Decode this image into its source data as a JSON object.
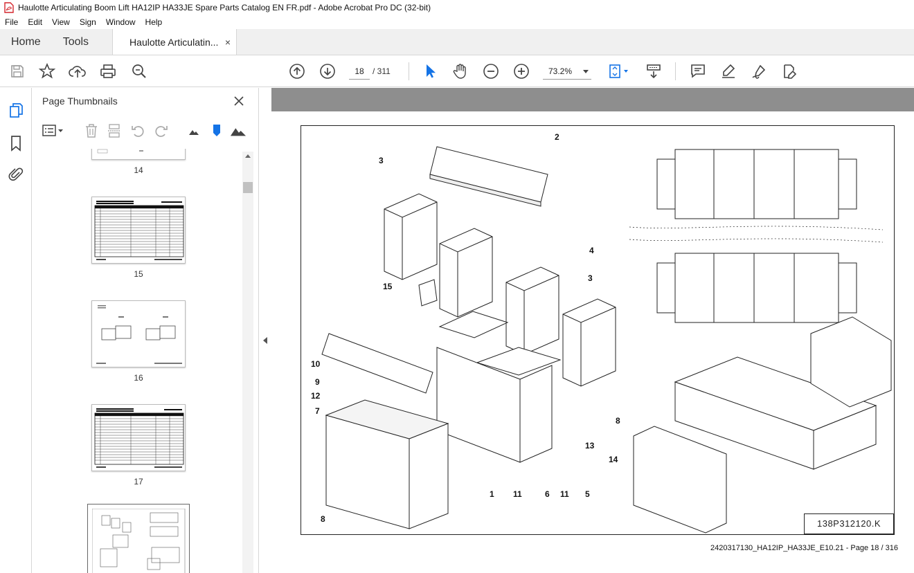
{
  "window": {
    "title": "Haulotte Articulating Boom Lift HA12IP HA33JE Spare Parts Catalog EN FR.pdf - Adobe Acrobat Pro DC (32-bit)"
  },
  "menu": [
    "File",
    "Edit",
    "View",
    "Sign",
    "Window",
    "Help"
  ],
  "tabs": {
    "home": "Home",
    "tools": "Tools",
    "document": "Haulotte Articulatin...",
    "close_glyph": "×"
  },
  "toolbar": {
    "current_page": "18",
    "page_total": "/ 311",
    "zoom": "73.2%"
  },
  "thumbnails": {
    "title": "Page Thumbnails",
    "pages": [
      {
        "label": "14"
      },
      {
        "label": "15"
      },
      {
        "label": "16"
      },
      {
        "label": "17"
      }
    ]
  },
  "document": {
    "drawing_ref": "138P312120.K",
    "footer": "2420317130_HA12IP_HA33JE_E10.21 - Page 18 / 316",
    "callouts": [
      "2",
      "3",
      "4",
      "3",
      "15",
      "10",
      "9",
      "12",
      "7",
      "8",
      "13",
      "14",
      "1",
      "11",
      "6",
      "11",
      "5",
      "8"
    ]
  },
  "colors": {
    "accent": "#1473e6",
    "viewer_top": "#8e8e8e"
  }
}
